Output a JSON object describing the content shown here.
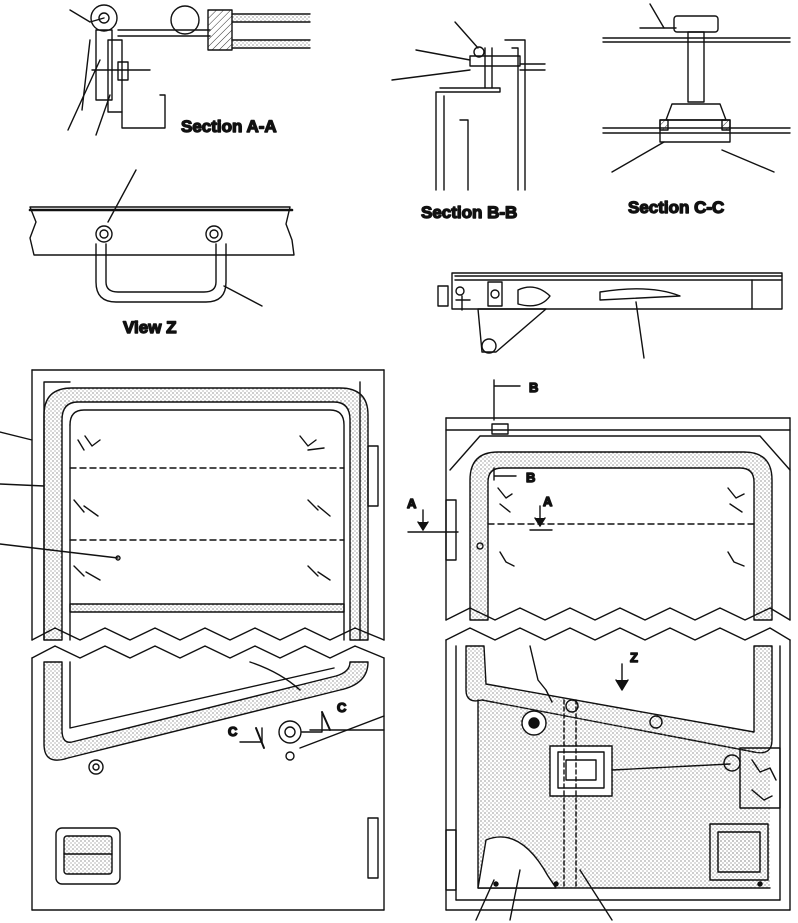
{
  "captions": {
    "section_aa": "Section  A-A",
    "section_bb": "Section  B-B",
    "section_cc": "Section  C-C",
    "view_z": "View  Z"
  },
  "section_markers": {
    "a": "A",
    "b": "B",
    "c": "C",
    "z": "Z"
  },
  "colors": {
    "ink": "#111111",
    "paper": "#ffffff",
    "shade": "#cfcfcf"
  }
}
